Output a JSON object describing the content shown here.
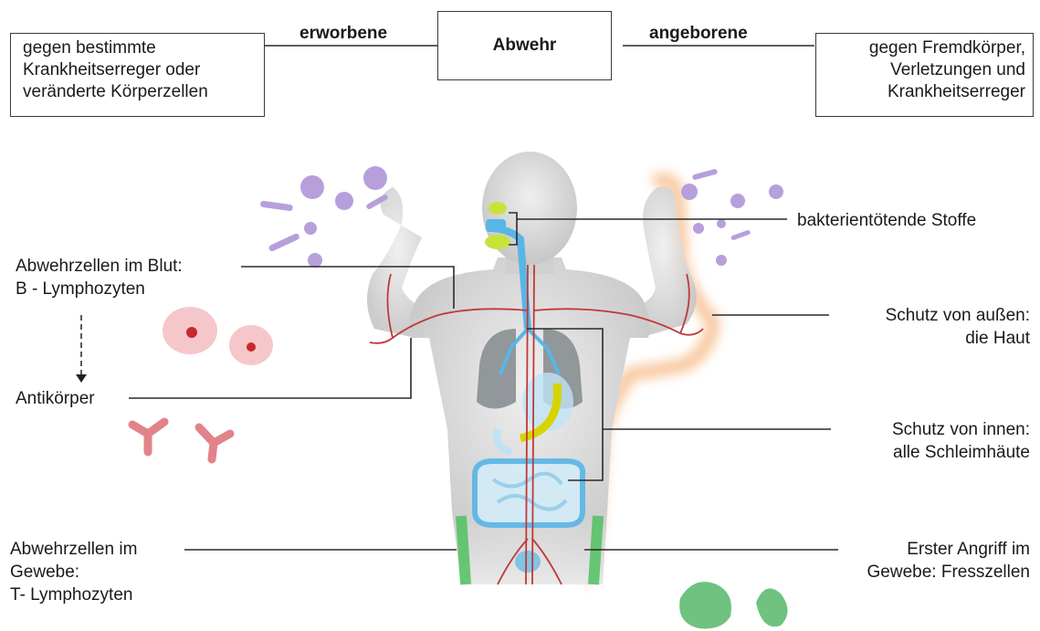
{
  "header": {
    "center_title": "Abwehr",
    "left_branch": "erworbene",
    "right_branch": "angeborene",
    "left_box": [
      "gegen bestimmte",
      "Krankheitserreger oder",
      "veränderte Körperzellen"
    ],
    "right_box": [
      "gegen Fremdkörper,",
      "Verletzungen und",
      "Krankheitserreger"
    ]
  },
  "labels": {
    "blood_cells": [
      "Abwehrzellen im Blut:",
      "B - Lymphozyten"
    ],
    "antibodies": "Antikörper",
    "tissue_cells": [
      "Abwehrzellen im",
      "Gewebe:",
      "T- Lymphozyten"
    ],
    "bactericidal": "bakterientötende Stoffe",
    "skin": [
      "Schutz von außen:",
      "die Haut"
    ],
    "mucosa": [
      "Schutz von innen:",
      "alle Schleimhäute"
    ],
    "phagocytes": [
      "Erster Angriff im",
      "Gewebe: Fresszellen"
    ]
  },
  "colors": {
    "germ": "#b79fdc",
    "blood_cell": "#f3b9bd",
    "antibody": "#e2838a",
    "phagocyte": "#6fc27f",
    "body": "#d4d4d4",
    "skin_glow": "#f6b27a",
    "mucosa": "#58b6e6",
    "vessels": "#c0393b",
    "lymph": "#4fc15f",
    "glands": "#c9e23a"
  }
}
